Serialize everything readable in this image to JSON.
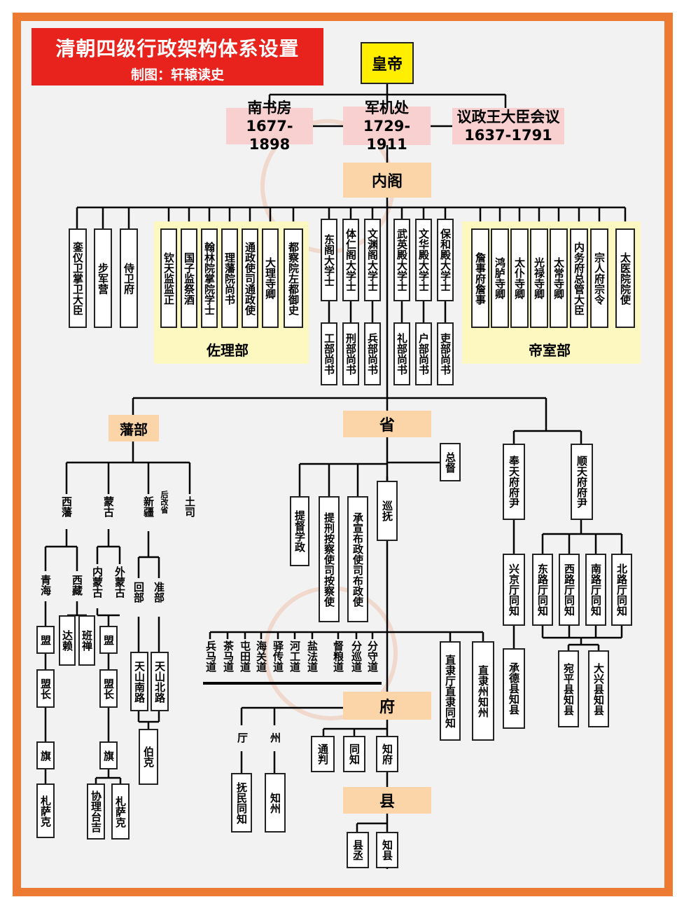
{
  "title": "清朝四级行政架构体系设置",
  "subtitle": "制图：轩辕读史",
  "top": {
    "emperor": "皇帝",
    "nanshufang": "南书房",
    "nanshufang_years": "1677-1898",
    "junjichu": "军机处",
    "junjichu_years": "1729-1911",
    "yizheng": "议政王大臣会议",
    "yizheng_years": "1637-1791",
    "neige": "内阁"
  },
  "guards": [
    "銮仪卫掌卫大臣",
    "步军营",
    "侍卫府"
  ],
  "zuoli": {
    "label": "佐理部",
    "items": [
      "钦天监监正",
      "国子监祭酒",
      "翰林院掌院学士",
      "理藩院尚书",
      "通政使司通政使",
      "大理寺卿",
      "都察院左都御史"
    ]
  },
  "scholars": [
    "东阁大学士",
    "体仁阁大学士",
    "文渊阁大学士",
    "武英殿大学士",
    "文华殿大学士",
    "保和殿大学士"
  ],
  "ministers": [
    "工部尚书",
    "刑部尚书",
    "兵部尚书",
    "礼部尚书",
    "户部尚书",
    "吏部尚书"
  ],
  "dishi": {
    "label": "帝室部",
    "items": [
      "詹事府詹事",
      "鸿胪寺卿",
      "太仆寺卿",
      "光禄寺卿",
      "太常寺卿",
      "内务府总管大臣",
      "宗人府宗令",
      "太医院院使"
    ]
  },
  "fanbu": {
    "label": "藩部",
    "regions": [
      "西藩",
      "蒙古",
      "新疆",
      "土司"
    ],
    "xinjiang_note": "后改省",
    "xifan_subs": [
      "青海",
      "西藏"
    ],
    "mongol_subs": [
      "内蒙古",
      "外蒙古"
    ],
    "xinjiang_subs": [
      "回部",
      "准部"
    ],
    "qinghai_chain": [
      "盟",
      "盟长",
      "旗",
      "札萨克"
    ],
    "tibet": [
      "达赖",
      "班禅"
    ],
    "mongol_chain": [
      "盟",
      "盟长",
      "旗"
    ],
    "mongol_leaves": [
      "协理台吉",
      "札萨克"
    ],
    "xinjiang_roads": [
      "天山南路",
      "天山北路"
    ],
    "beg": "伯克"
  },
  "sheng": {
    "label": "省",
    "zongdu": "总督",
    "xunfu": "巡抚",
    "officials": [
      "提督学政",
      "提刑按察使司按察使",
      "承宣布政使司布政使"
    ],
    "circuits": [
      "兵马道",
      "茶马道",
      "屯田道",
      "海关道",
      "驿传道",
      "河工道",
      "盐法道",
      "督粮道",
      "分巡道",
      "分守道"
    ],
    "zhili": [
      "直隶厅直隶同知",
      "直隶州知州"
    ]
  },
  "capital": {
    "fengtian": "奉天府府尹",
    "shuntian": "顺天府府尹",
    "xingjing": "兴京厅同知",
    "chengde": "承德县知县",
    "lu": [
      "东路厅同知",
      "西路厅同知",
      "南路厅同知",
      "北路厅同知"
    ],
    "counties": [
      "宛平县知县",
      "大兴县知县"
    ]
  },
  "fu": {
    "label": "府",
    "ting": "厅",
    "zhou": "州",
    "ting_official": "抚民同知",
    "zhou_official": "知州",
    "officials": [
      "通判",
      "同知",
      "知府"
    ]
  },
  "xian": {
    "label": "县",
    "officials": [
      "县丞",
      "知县"
    ]
  },
  "colors": {
    "frame": "#ec7a32",
    "title_bg": "#e8221d",
    "orange_box": "#fbd5a8",
    "pink_box": "#f8d0d0",
    "yellow_box": "#fdf7c0",
    "emperor_box": "#ffee00"
  }
}
